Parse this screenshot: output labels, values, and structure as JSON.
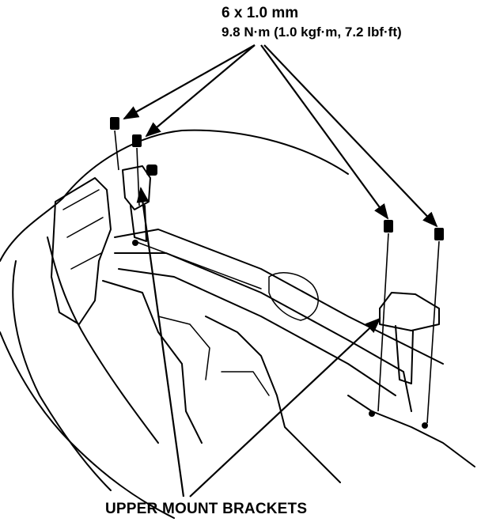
{
  "callouts": {
    "bolt_size": "6 x 1.0 mm",
    "bolt_torque": "9.8 N·m (1.0 kgf·m, 7.2 lbf·ft)",
    "brackets": "UPPER MOUNT BRACKETS"
  },
  "colors": {
    "line": "#000000",
    "paper": "#ffffff"
  }
}
